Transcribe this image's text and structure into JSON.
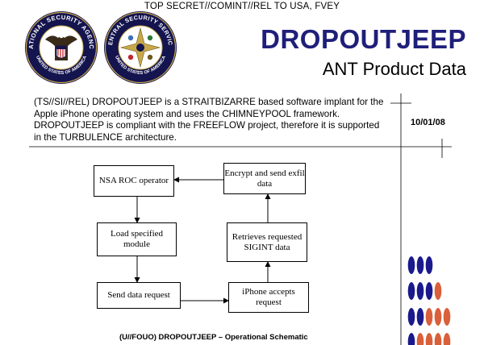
{
  "header": {
    "classification": "TOP SECRET//COMINT//REL TO USA, FVEY",
    "title": "DROPOUTJEEP",
    "subtitle": "ANT Product Data"
  },
  "seals": {
    "nsa": {
      "text": "NATIONAL SECURITY AGENCY",
      "text_bottom": "UNITED STATES OF AMERICA"
    },
    "css": {
      "text": "CENTRAL SECURITY SERVICE",
      "text_bottom": "UNITED STATES OF AMERICA"
    }
  },
  "body": {
    "description": "(TS//SI//REL) DROPOUTJEEP is a STRAITBIZARRE based software implant for the Apple iPhone operating system and uses the CHIMNEYPOOL framework. DROPOUTJEEP is compliant with the FREEFLOW project, therefore it is supported in the TURBULENCE architecture.",
    "date": "10/01/08"
  },
  "schematic": {
    "steps": {
      "nsa_roc": "NSA ROC operator",
      "load_module": "Load specified module",
      "send_request": "Send data request",
      "iphone_accepts": "iPhone accepts request",
      "retrieves": "Retrieves requested SIGINT data",
      "encrypt_send": "Encrypt and send exfil data"
    },
    "caption": "(U//FOUO)  DROPOUTJEEP – Operational Schematic"
  },
  "colors": {
    "title": "#1f1f7a",
    "dot_blue": "#1a1a8c",
    "dot_orange": "#d9603b"
  }
}
